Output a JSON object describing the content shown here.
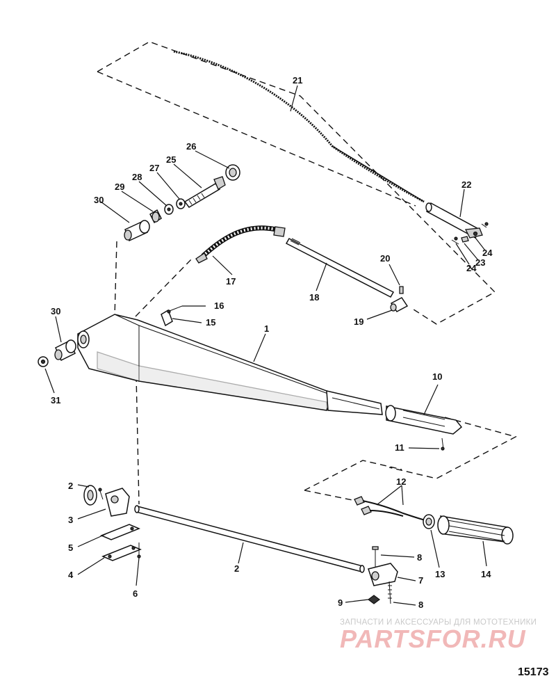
{
  "figure_number": "15173",
  "watermark": {
    "tagline": "ЗАПЧАСТИ И АКСЕССУАРЫ ДЛЯ МОТОТЕХНИКИ",
    "logo": "PARTSFOR.RU"
  },
  "callouts": [
    "1",
    "2",
    "2",
    "3",
    "4",
    "5",
    "6",
    "7",
    "8",
    "8",
    "9",
    "10",
    "11",
    "12",
    "13",
    "14",
    "15",
    "16",
    "17",
    "18",
    "19",
    "20",
    "21",
    "22",
    "23",
    "24",
    "24",
    "25",
    "26",
    "27",
    "28",
    "29",
    "30",
    "30",
    "31"
  ]
}
